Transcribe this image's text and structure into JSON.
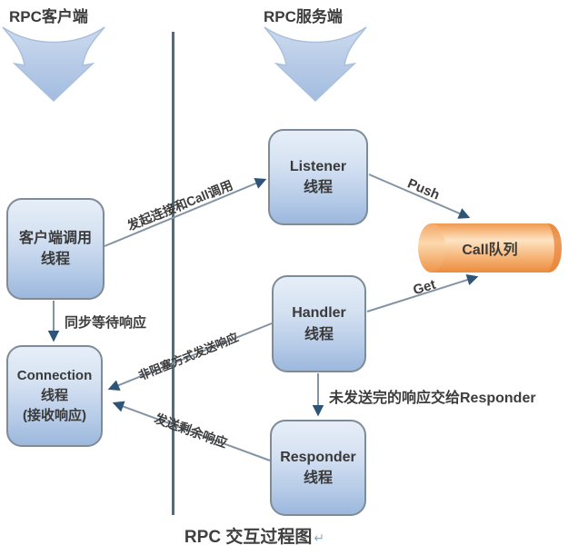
{
  "header": {
    "client": "RPC客户端",
    "server": "RPC服务端"
  },
  "nodes": {
    "client_call": {
      "lines": [
        "客户端调用",
        "线程"
      ]
    },
    "connection": {
      "lines": [
        "Connection",
        "线程",
        "(接收响应)"
      ]
    },
    "listener": {
      "lines": [
        "Listener",
        "线程"
      ]
    },
    "handler": {
      "lines": [
        "Handler",
        "线程"
      ]
    },
    "responder": {
      "lines": [
        "Responder",
        "线程"
      ]
    },
    "call_queue": {
      "label": "Call队列"
    }
  },
  "edges": {
    "initiate": "发起连接和Call调用",
    "sync_wait": "同步等待响应",
    "nonblocking_send": "非阻塞方式发送响应",
    "send_remaining": "发送剩余响应",
    "handoff": "未发送完的响应交给Responder",
    "push": "Push",
    "get": "Get"
  },
  "caption": {
    "text": "RPC 交互过程图",
    "mark": "↵"
  },
  "colors": {
    "box_gradient_top": "#e6eef8",
    "box_gradient_bottom": "#9cb8dd",
    "box_border": "#7e8b98",
    "big_arrow_top": "#ccdaee",
    "big_arrow_bottom": "#a2bcdf",
    "divider": "#4f6d7d",
    "connector_line": "#8293a4",
    "arrowhead": "#2e5478",
    "queue_orange_dark": "#ec8c3c",
    "queue_orange_light": "#fde3c2",
    "text": "#3d3d3d"
  }
}
